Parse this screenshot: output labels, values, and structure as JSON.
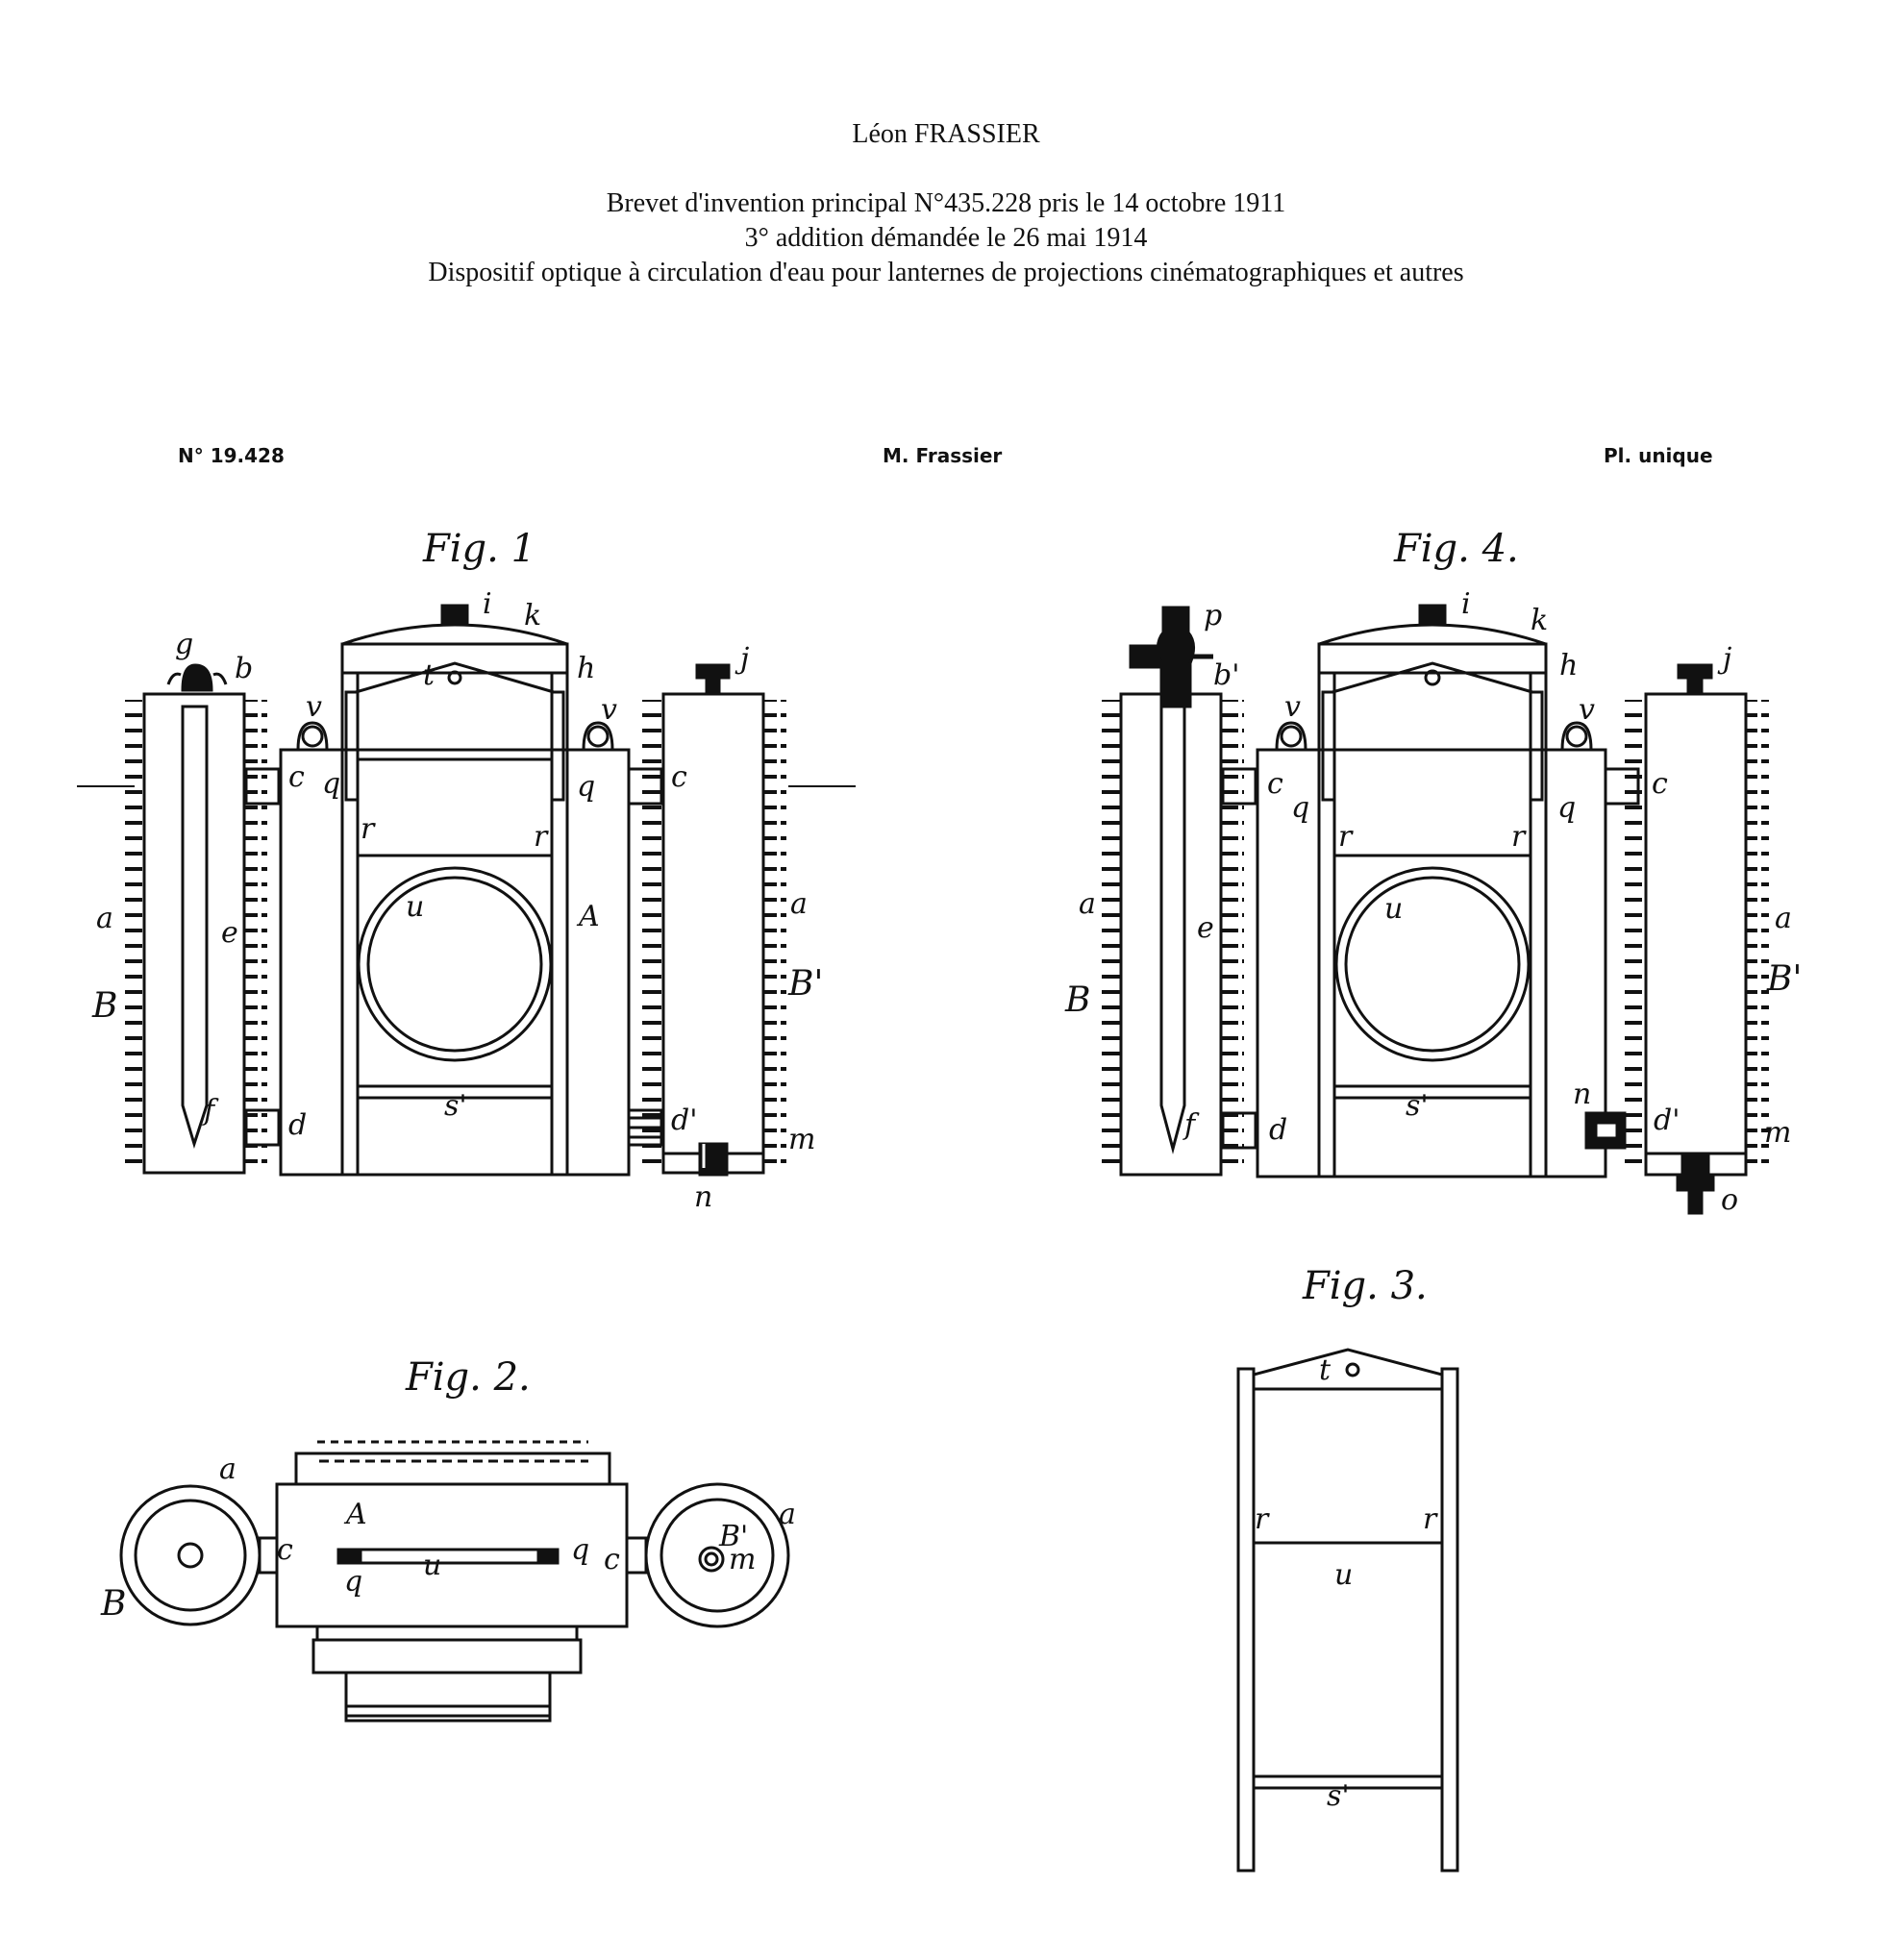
{
  "header": {
    "author": "Léon FRASSIER",
    "line1": "Brevet d'invention principal N°435.228 pris le 14 octobre 1911",
    "line2": "3° addition démandée le 26 mai 1914",
    "line3": "Dispositif optique à circulation d'eau pour lanternes de projections cinématographiques et autres"
  },
  "plate": {
    "number": "N° 19.428",
    "inventor": "M. Frassier",
    "sheet": "Pl. unique"
  },
  "figures": {
    "fig1": "Fig. 1",
    "fig2": "Fig. 2.",
    "fig3": "Fig. 3.",
    "fig4": "Fig. 4."
  },
  "labels": {
    "a": "a",
    "b": "b",
    "b1": "b'",
    "B": "B",
    "B1": "B'",
    "A": "A",
    "c": "c",
    "d": "d",
    "d1": "d'",
    "e": "e",
    "f": "f",
    "g": "g",
    "h": "h",
    "i": "i",
    "j": "j",
    "k": "k",
    "m": "m",
    "n": "n",
    "o": "o",
    "p": "p",
    "q": "q",
    "r": "r",
    "s": "s'",
    "t": "t",
    "u": "u",
    "v": "v"
  },
  "colors": {
    "ink": "#111111",
    "paper": "#ffffff"
  }
}
